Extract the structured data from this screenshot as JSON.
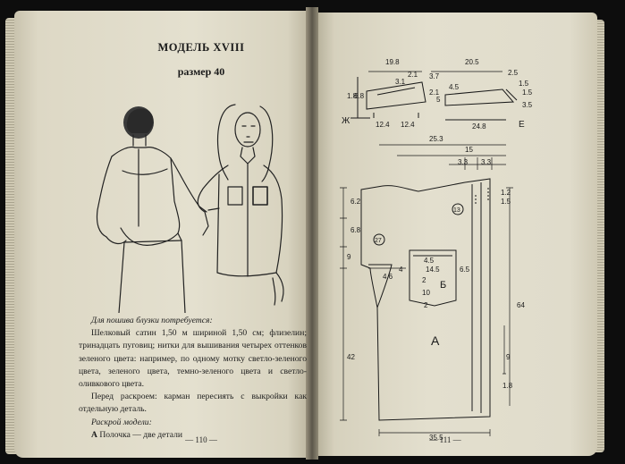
{
  "left_page": {
    "title": "МОДЕЛЬ XVIII",
    "subtitle": "размер 40",
    "paragraphs": {
      "p1": "Для пошива блузки потребуется:",
      "p2": "Шелковый сатин 1,50 м шириной 1,50 см; флизелин; тринадцать пуговиц; нитки для вышивания четырех оттенков зеленого цвета: например, по одному мотку светло-зеленого цвета, зеленого цвета, темно-зеленого цвета и светло-оливкового цвета.",
      "p3": "Перед раскроем: карман пересиять с выкройки как отдельную деталь.",
      "p4": "Раскрой модели:",
      "p5_letter": "А",
      "p5_rest": " Полочка — две детали"
    },
    "folio": "— 110 —"
  },
  "right_page": {
    "folio": "— 111 —",
    "labels": {
      "d19_8": "19.8",
      "d20_5": "20.5",
      "d3_1": "3.1",
      "d2_1a": "2.1",
      "d3_7": "3.7",
      "d2_1b": "2.1",
      "d2_5": "2.5",
      "d1_5a": "1.5",
      "d1_5b": "1.5",
      "d4_5a": "4.5",
      "d3_5": "3.5",
      "d5": "5",
      "d12_4a": "12.4",
      "d12_4b": "12.4",
      "d24_8": "24.8",
      "d1_8": "1.8",
      "d6_8a": "6.8",
      "zh": "Ж",
      "ee": "Е",
      "d25_3": "25.3",
      "d15": "15",
      "d3_3a": "3.3",
      "d3_3b": "3.3",
      "d6_2": "6.2",
      "d6_8b": "6.8",
      "c13": "13",
      "d1_2": "1.2",
      "d1_5c": "1.5",
      "d9": "9",
      "c27": "27",
      "d4_5b": "4.5",
      "d14_5": "14.5",
      "d6_5": "6.5",
      "d4_6": "4.6",
      "d4": "4",
      "d2": "2",
      "d10": "10",
      "bb": "Б",
      "d2b": "2",
      "d64": "64",
      "aa": "А",
      "d42": "42",
      "d9b": "9",
      "d1_8b": "1.8",
      "d35_5": "35.5"
    }
  }
}
